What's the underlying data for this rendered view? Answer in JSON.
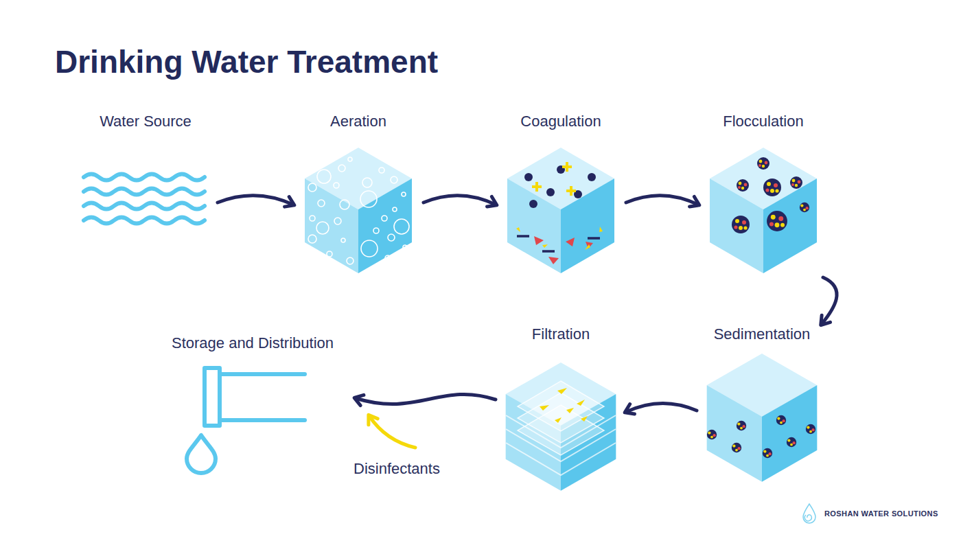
{
  "diagram": {
    "title": "Drinking Water Treatment",
    "nodes": [
      {
        "text": [
          "Water Source"
        ]
      },
      {
        "text": [
          "Aeration"
        ]
      },
      {
        "text": [
          "Coagulation"
        ]
      },
      {
        "text": [
          "Flocculation"
        ]
      },
      {
        "text": [
          "Sedimentation"
        ]
      },
      {
        "text": [
          "Filtration"
        ]
      },
      {
        "text": [
          "Storage and Distribution"
        ]
      }
    ],
    "edges": [
      {
        "from": 0,
        "to": 1,
        "arrow": "to"
      },
      {
        "from": 1,
        "to": 2,
        "arrow": "to"
      },
      {
        "from": 2,
        "to": 3,
        "arrow": "to"
      },
      {
        "from": 3,
        "to": 4,
        "arrow": "to"
      },
      {
        "from": 4,
        "to": 5,
        "arrow": "to"
      },
      {
        "from": 5,
        "to": 6,
        "arrow": "to"
      }
    ],
    "labels": [
      "Disinfectants",
      "ROSHAN WATER SOLUTIONS"
    ]
  }
}
